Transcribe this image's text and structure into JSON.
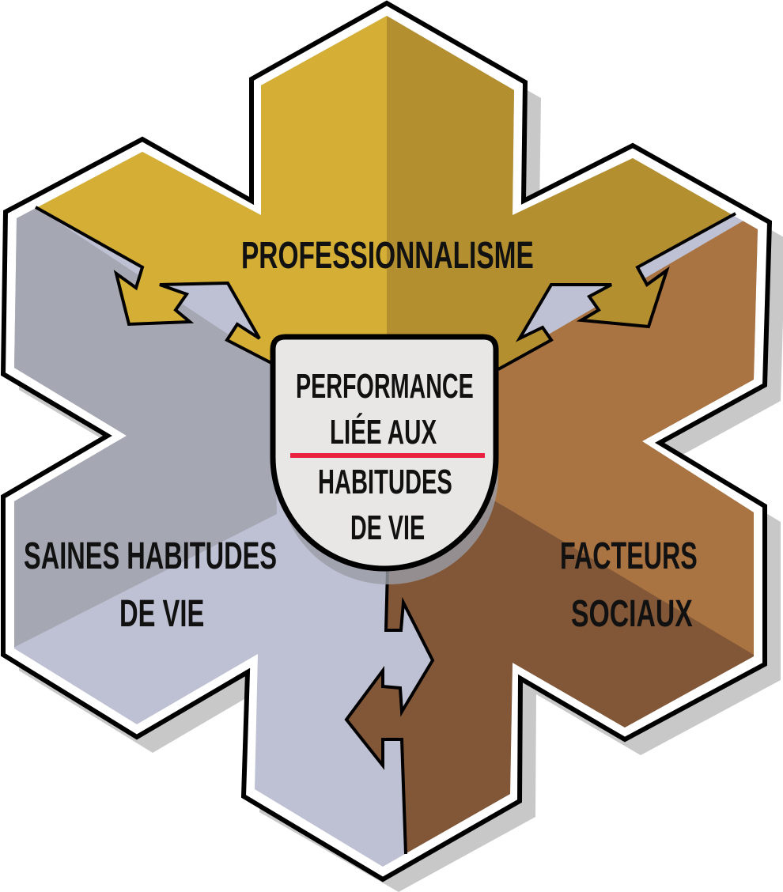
{
  "title": "Performance liée aux habitudes de vie",
  "center": {
    "line1": "PERFORMANCE",
    "line2": "LIÉE AUX",
    "line3": "HABITUDES",
    "line4": "DE VIE"
  },
  "sections": {
    "top": "PROFESSIONNALISME",
    "left_line1": "SAINES HABITUDES",
    "left_line2": "DE VIE",
    "right_line1": "FACTEURS",
    "right_line2": "SOCIAUX"
  },
  "colors": {
    "gold_light": "#d4ae35",
    "gold_dark": "#b38f2f",
    "brown_light": "#a97342",
    "brown_dark": "#825737",
    "gray": "#a5a8b3",
    "lavender": "#bec1d3",
    "center_fill": "#e8e7e5",
    "red_line": "#e8213f",
    "shadow": "#c8c8c8"
  }
}
